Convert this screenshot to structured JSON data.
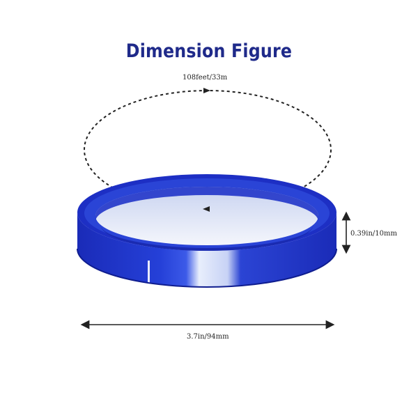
{
  "title": "Dimension Figure",
  "labels": {
    "length": "108feet/33m",
    "width": "0.39in/10mm",
    "diameter": "3.7in/94mm"
  },
  "colors": {
    "title": "#1f2a8a",
    "tape": "#1d2fc4",
    "tape_dark": "#10209a",
    "tape_inner": "#dde3f3",
    "line": "#222222"
  },
  "icons": {
    "tape-roll": "tape-roll-icon",
    "dashed-ellipse": "dashed-ellipse-icon",
    "arrow": "double-arrow-icon"
  }
}
